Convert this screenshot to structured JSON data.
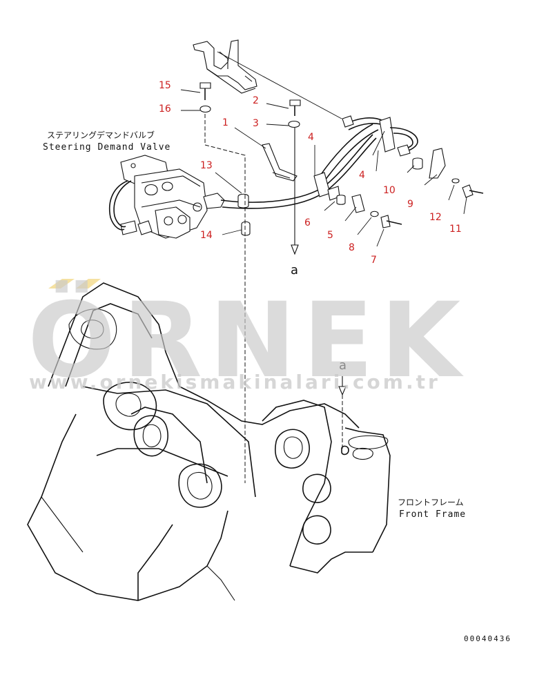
{
  "labels": {
    "valve_jp": "ステアリングデマンドバルブ",
    "valve_en": "Steering Demand Valve",
    "frame_jp": "フロントフレーム",
    "frame_en": "Front Frame"
  },
  "refs": {
    "a_top": "a",
    "a_bottom": "a"
  },
  "callouts": [
    "1",
    "2",
    "3",
    "4",
    "4",
    "5",
    "6",
    "7",
    "8",
    "9",
    "10",
    "11",
    "12",
    "13",
    "14",
    "15",
    "16"
  ],
  "watermark": {
    "brand": "ÖRNEK",
    "url": "www.ornekismakinalari.com.tr"
  },
  "document_number": "00040436",
  "colors": {
    "callout": "#cc2020",
    "line": "#111111",
    "watermark": "#c9c9c9",
    "watermark_accent": "#f2d98a"
  }
}
